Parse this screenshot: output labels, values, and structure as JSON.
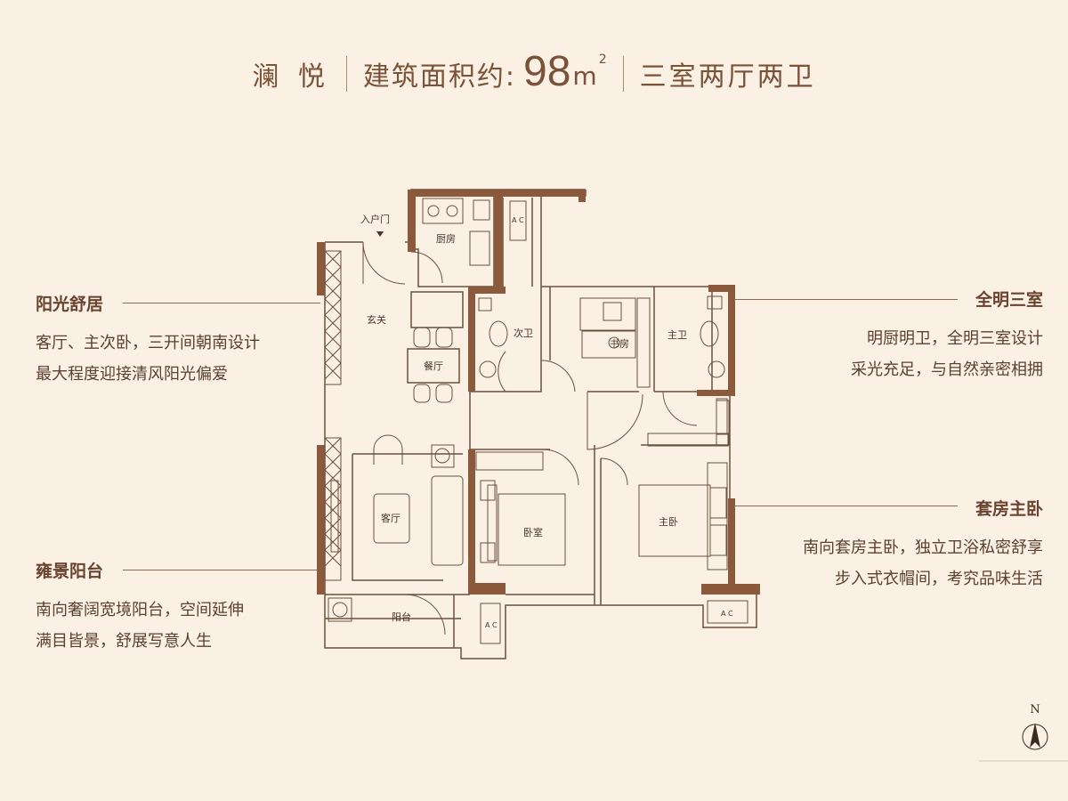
{
  "header": {
    "name": "澜 悦",
    "area_prefix": "建筑面积约:",
    "area_value": "98",
    "area_unit": "m",
    "area_sup": "2",
    "layout": "三室两厅两卫"
  },
  "features": {
    "sunshine": {
      "title": "阳光舒居",
      "lines": [
        "客厅、主次卧，三开间朝南设计",
        "最大程度迎接清风阳光偏爱"
      ]
    },
    "balcony": {
      "title": "雍景阳台",
      "lines": [
        "南向奢阔宽境阳台，空间延伸",
        "满目皆景，舒展写意人生"
      ]
    },
    "bright": {
      "title": "全明三室",
      "lines": [
        "明厨明卫，全明三室设计",
        "采光充足，与自然亲密相拥"
      ]
    },
    "suite": {
      "title": "套房主卧",
      "lines": [
        "南向套房主卧，独立卫浴私密舒享",
        "步入式衣帽间，考究品味生活"
      ]
    }
  },
  "rooms": {
    "entrance": "入户门",
    "kitchen": "厨房",
    "foyer": "玄关",
    "dining": "餐厅",
    "bath2": "次卫",
    "study": "书房",
    "bath1": "主卫",
    "living": "客厅",
    "bedroom": "卧室",
    "master": "主卧",
    "balcony": "阳台",
    "ac": "A C"
  },
  "north": {
    "label": "N",
    "icon": "north-arrow-icon"
  },
  "colors": {
    "background": "#faf0e4",
    "wall": "#8b5a3c",
    "line": "#6b5040",
    "text": "#5a3a2a"
  }
}
